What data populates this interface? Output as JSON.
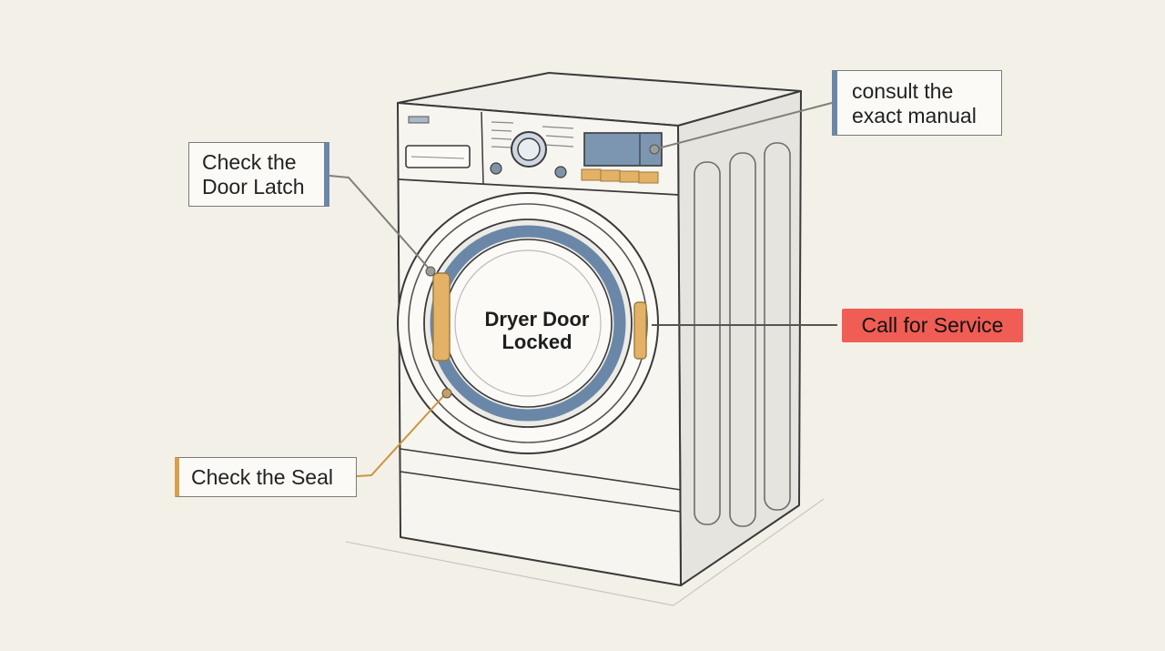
{
  "diagram": {
    "door_label": [
      "Dryer Door",
      "Locked"
    ],
    "callouts": {
      "latch": [
        "Check the",
        "Door Latch"
      ],
      "manual": [
        "consult the",
        "exact manual"
      ],
      "service": "Call for Service",
      "seal": "Check the Seal"
    }
  },
  "colors": {
    "background": "#f3f0e8",
    "outline": "#3a3a3a",
    "accent_blue": "#6b87a8",
    "accent_orange": "#d6a14c",
    "alert_red": "#ef5d55"
  }
}
